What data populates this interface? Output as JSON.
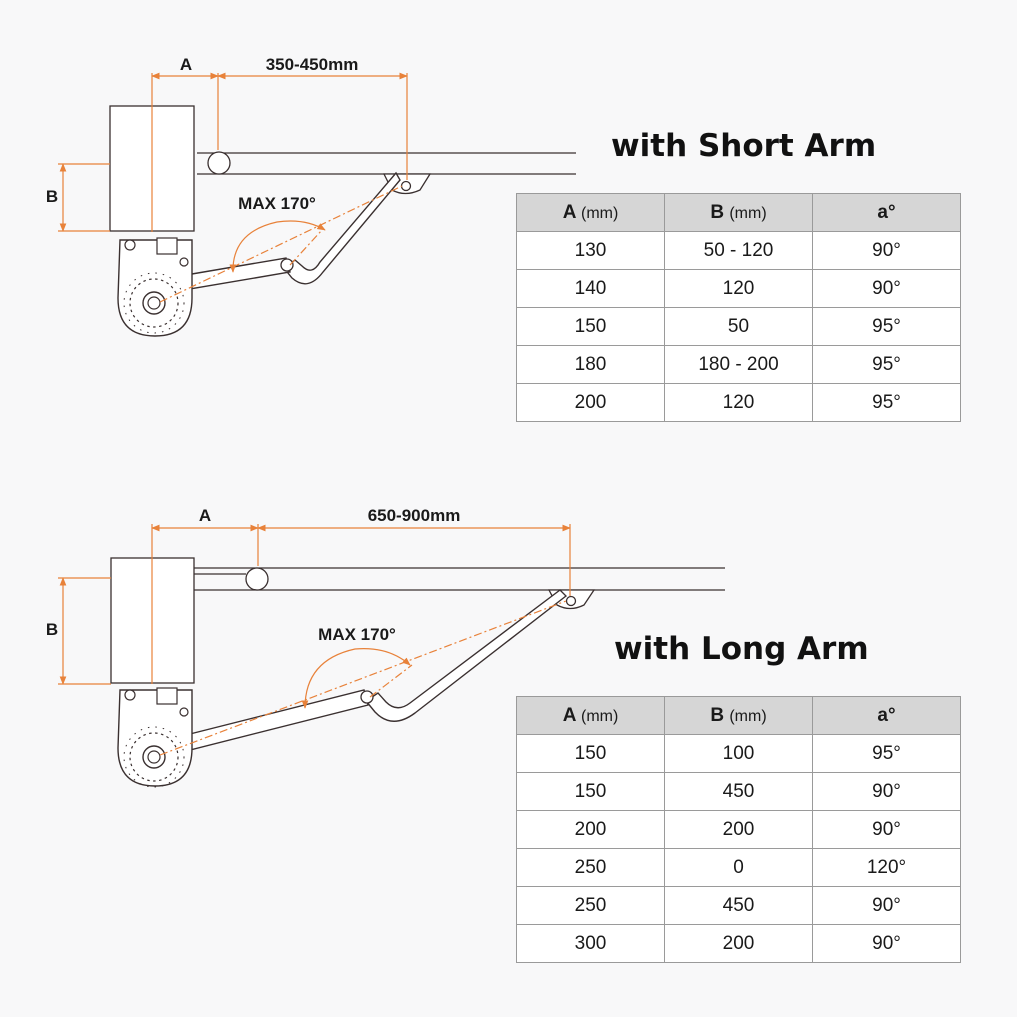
{
  "colors": {
    "accent": "#e8823a",
    "line": "#3a3030",
    "header_bg": "#d6d6d6"
  },
  "diagram_short": {
    "dim_a": "A",
    "dim_span": "350-450mm",
    "dim_b": "B",
    "angle": "MAX 170°"
  },
  "diagram_long": {
    "dim_a": "A",
    "dim_span": "650-900mm",
    "dim_b": "B",
    "angle": "MAX 170°"
  },
  "short_arm": {
    "title": "with Short Arm",
    "headers": [
      {
        "label": "A",
        "unit": "(mm)"
      },
      {
        "label": "B",
        "unit": "(mm)"
      },
      {
        "label": "a°",
        "unit": ""
      }
    ],
    "rows": [
      [
        "130",
        "50 - 120",
        "90°"
      ],
      [
        "140",
        "120",
        "90°"
      ],
      [
        "150",
        "50",
        "95°"
      ],
      [
        "180",
        "180 - 200",
        "95°"
      ],
      [
        "200",
        "120",
        "95°"
      ]
    ]
  },
  "long_arm": {
    "title": "with Long Arm",
    "headers": [
      {
        "label": "A",
        "unit": "(mm)"
      },
      {
        "label": "B",
        "unit": "(mm)"
      },
      {
        "label": "a°",
        "unit": ""
      }
    ],
    "rows": [
      [
        "150",
        "100",
        "95°"
      ],
      [
        "150",
        "450",
        "90°"
      ],
      [
        "200",
        "200",
        "90°"
      ],
      [
        "250",
        "0",
        "120°"
      ],
      [
        "250",
        "450",
        "90°"
      ],
      [
        "300",
        "200",
        "90°"
      ]
    ]
  }
}
